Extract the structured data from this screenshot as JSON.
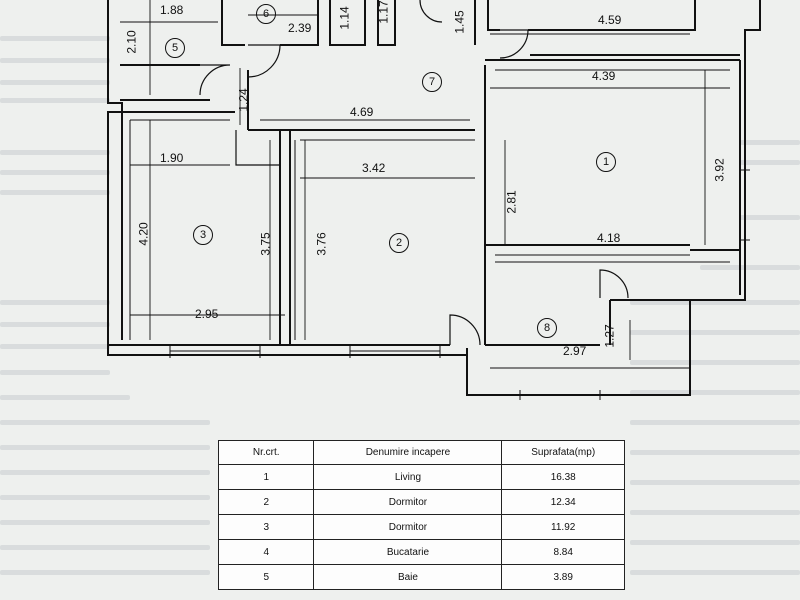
{
  "rooms": [
    {
      "number": "1",
      "name": "Living",
      "area": "16.38"
    },
    {
      "number": "2",
      "name": "Dormitor",
      "area": "12.34"
    },
    {
      "number": "3",
      "name": "Dormitor",
      "area": "11.92"
    },
    {
      "number": "4",
      "name": "Bucatarie",
      "area": "8.84"
    },
    {
      "number": "5",
      "name": "Baie",
      "area": "3.89"
    }
  ],
  "table": {
    "headers": [
      "Nr.crt.",
      "Denumire incapere",
      "Suprafata(mp)"
    ]
  },
  "plan": {
    "room_markers": [
      "1",
      "2",
      "3",
      "5",
      "6",
      "7",
      "8"
    ],
    "dimensions": {
      "d_188": "1.88",
      "d_210": "2.10",
      "d_239": "2.39",
      "d_114": "1.14",
      "d_117": "1.17",
      "d_145": "1.45",
      "d_459": "4.59",
      "d_439": "4.39",
      "d_124": "1.24",
      "d_469": "4.69",
      "d_190": "1.90",
      "d_342": "3.42",
      "d_392": "3.92",
      "d_281": "2.81",
      "d_420": "4.20",
      "d_375": "3.75",
      "d_376": "3.76",
      "d_418": "4.18",
      "d_295": "2.95",
      "d_127": "1.27",
      "d_297": "2.97"
    }
  }
}
